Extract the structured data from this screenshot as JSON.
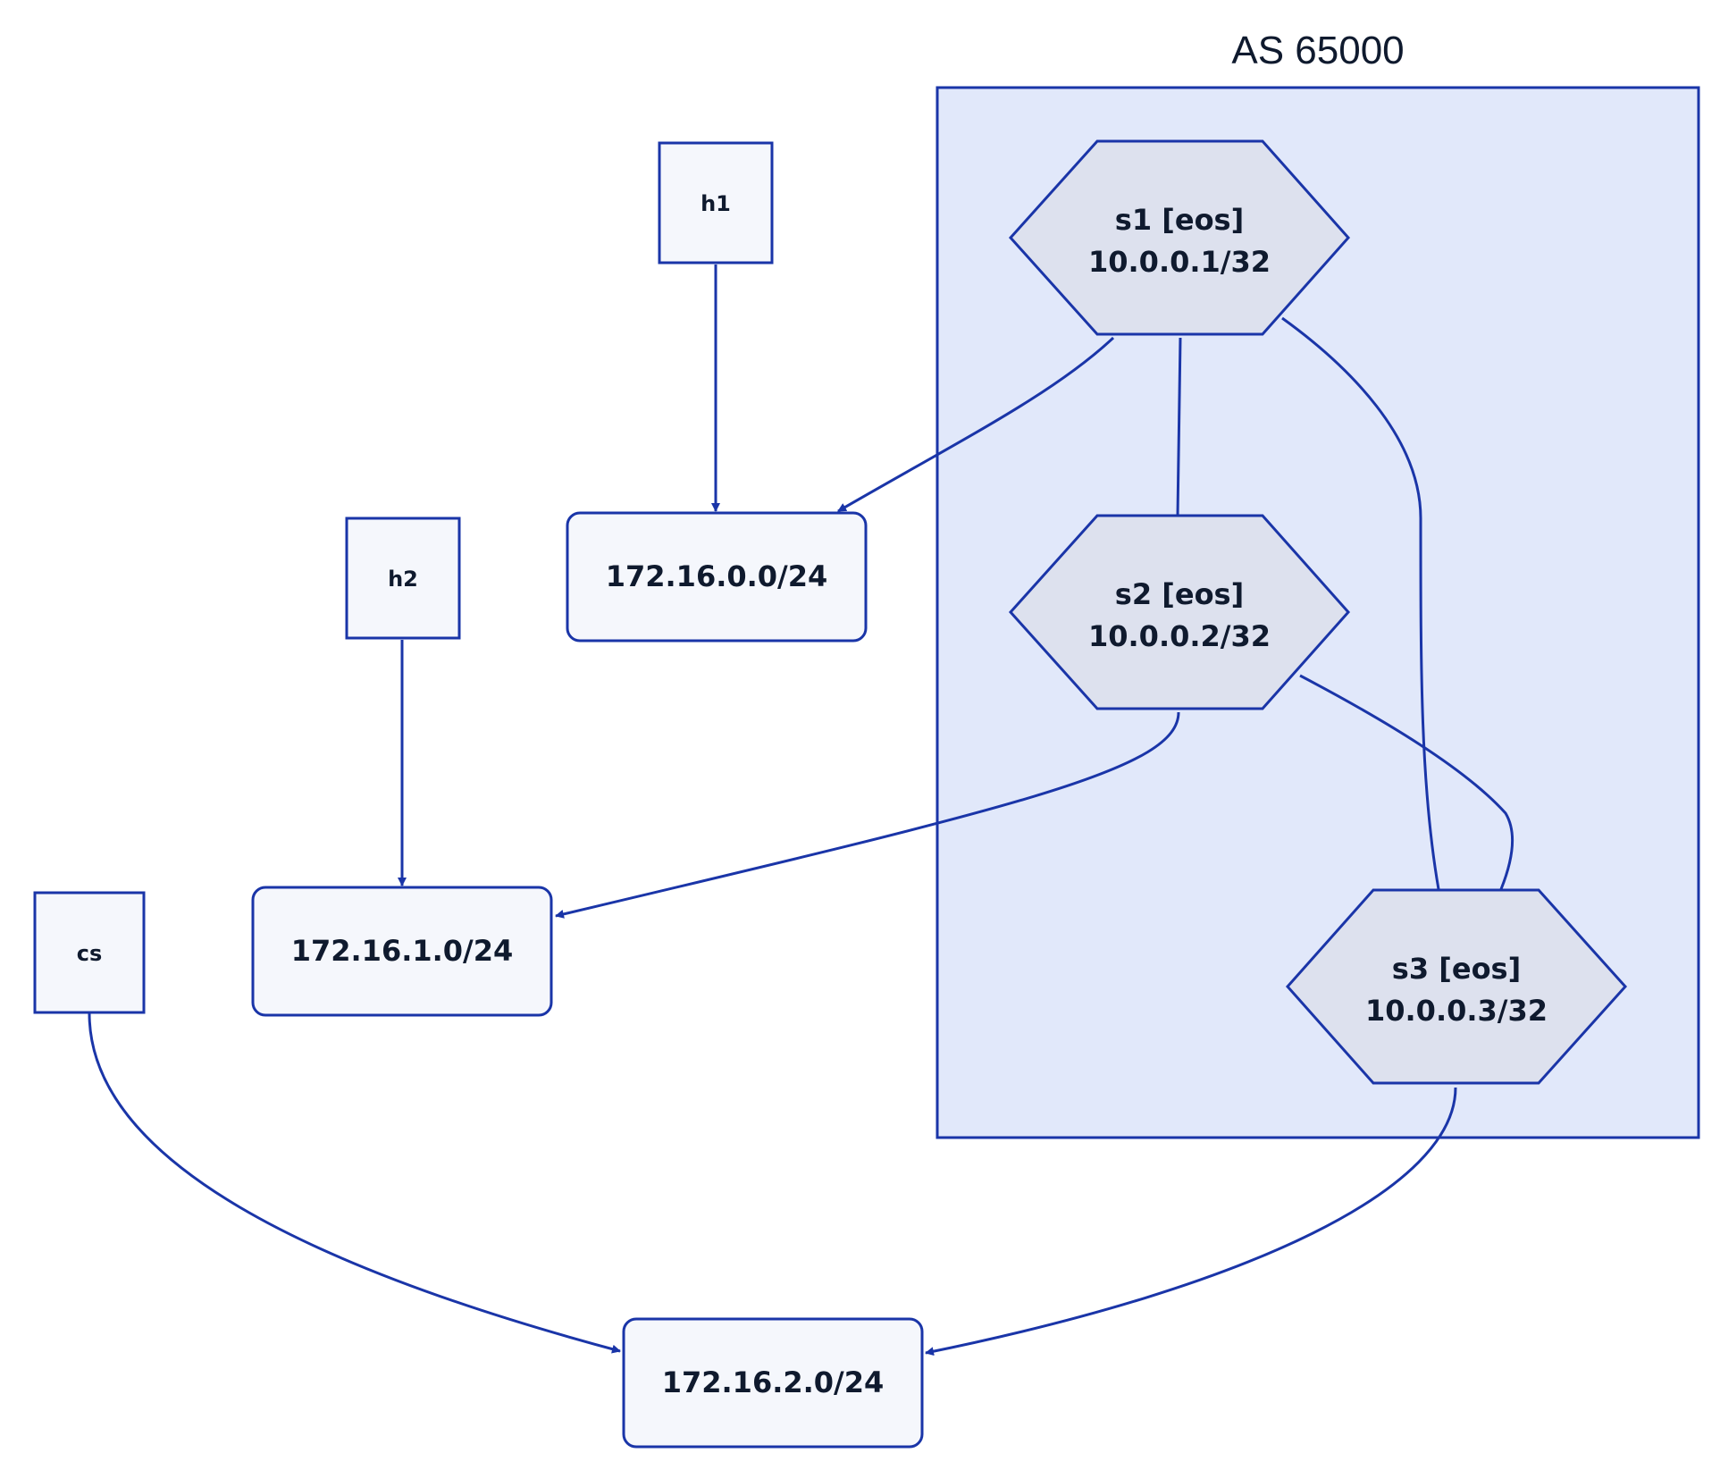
{
  "colors": {
    "stroke": "#1a35a8",
    "group_fill": "#e1e8fa",
    "box_fill": "#f5f7fc",
    "switch_fill": "#dde1ee",
    "text": "#0f1a2e"
  },
  "group": {
    "title": "AS 65000"
  },
  "hosts": [
    {
      "id": "h1",
      "label": "h1"
    },
    {
      "id": "h2",
      "label": "h2"
    },
    {
      "id": "cs",
      "label": "cs"
    }
  ],
  "networks": [
    {
      "id": "n0",
      "label": "172.16.0.0/24"
    },
    {
      "id": "n1",
      "label": "172.16.1.0/24"
    },
    {
      "id": "n2",
      "label": "172.16.2.0/24"
    }
  ],
  "switches": [
    {
      "id": "s1",
      "name": "s1 [eos]",
      "address": "10.0.0.1/32"
    },
    {
      "id": "s2",
      "name": "s2 [eos]",
      "address": "10.0.0.2/32"
    },
    {
      "id": "s3",
      "name": "s3 [eos]",
      "address": "10.0.0.3/32"
    }
  ],
  "links": [
    {
      "from": "h1",
      "to": "n0",
      "directed": true
    },
    {
      "from": "h2",
      "to": "n1",
      "directed": true
    },
    {
      "from": "cs",
      "to": "n2",
      "directed": true
    },
    {
      "from": "s1",
      "to": "n0",
      "directed": true
    },
    {
      "from": "s1",
      "to": "s2",
      "directed": false
    },
    {
      "from": "s1",
      "to": "s3",
      "directed": false
    },
    {
      "from": "s2",
      "to": "n1",
      "directed": true
    },
    {
      "from": "s2",
      "to": "s3",
      "directed": false
    },
    {
      "from": "s3",
      "to": "n2",
      "directed": true
    }
  ]
}
